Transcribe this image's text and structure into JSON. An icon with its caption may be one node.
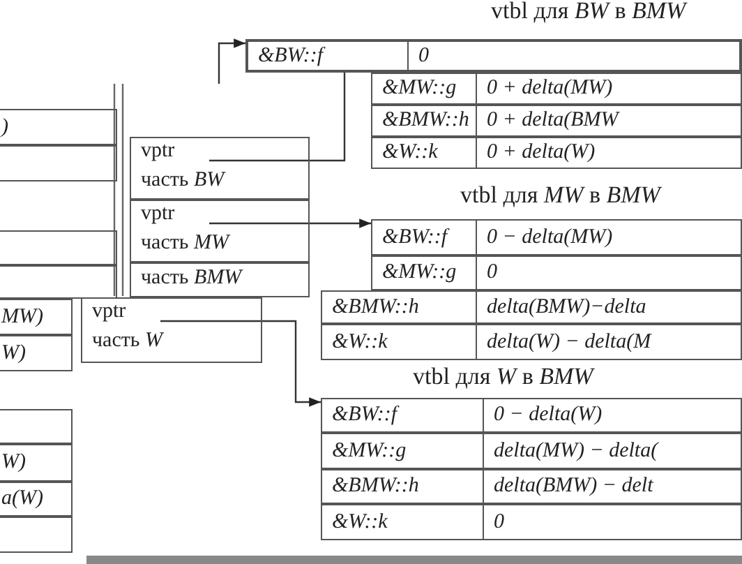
{
  "diagram": {
    "nodes": [
      {
        "text": [
          "&BW::f",
          "0"
        ]
      },
      {
        "text": [
          "&MW::g",
          "0 + delta(MW)"
        ]
      },
      {
        "text": [
          "&BMW::h",
          "0 + delta(BMW"
        ]
      },
      {
        "text": [
          "&W::k",
          "0 + delta(W)"
        ]
      },
      {
        "text": [
          "&BW::f",
          "0 − delta(MW)"
        ]
      },
      {
        "text": [
          "&MW::g",
          "0"
        ]
      },
      {
        "text": [
          "&BMW::h",
          "delta(BMW)−delta"
        ]
      },
      {
        "text": [
          "&W::k",
          "delta(W) − delta(M"
        ]
      },
      {
        "text": [
          "&BW::f",
          "0 − delta(W)"
        ]
      },
      {
        "text": [
          "&MW::g",
          "delta(MW) − delta("
        ]
      },
      {
        "text": [
          "&BMW::h",
          "delta(BMW) − delt"
        ]
      },
      {
        "text": [
          "&W::k",
          "0"
        ]
      },
      {
        "text": [
          "vptr",
          "часть *BW*"
        ]
      },
      {
        "text": [
          "vptr",
          "часть *MW*"
        ]
      },
      {
        "text": [
          "часть *BMW*"
        ]
      },
      {
        "text": [
          "vptr",
          "часть *W*"
        ]
      },
      {
        "text": [
          ")"
        ]
      },
      {
        "text": [],
        "shape": "box"
      },
      {
        "text": [],
        "shape": "box"
      },
      {
        "text": [],
        "shape": "box"
      },
      {
        "text": [
          "MW)"
        ]
      },
      {
        "text": [
          "W)"
        ]
      },
      {
        "text": [],
        "shape": "box"
      },
      {
        "text": [
          "W)"
        ]
      },
      {
        "text": [
          "a(W)"
        ]
      },
      {
        "text": [],
        "shape": "box"
      }
    ],
    "edges": [
      {
        "from": null,
        "to": 0,
        "arrow": "to"
      },
      {
        "from": 12,
        "to": 0,
        "arrow": "none"
      },
      {
        "from": 13,
        "to": 4,
        "arrow": "to"
      },
      {
        "from": 15,
        "to": 8,
        "arrow": "to"
      }
    ],
    "labels": [
      "vtbl для *BW* в *BMW*",
      "vtbl для *MW* в *BMW*",
      "vtbl для *W* в *BMW*"
    ]
  }
}
